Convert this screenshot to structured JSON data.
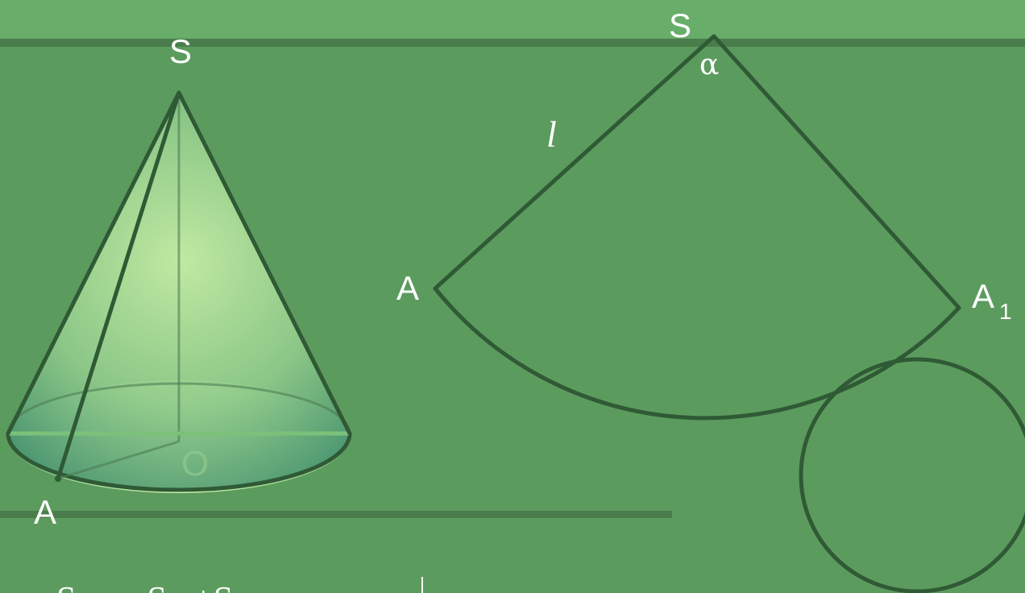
{
  "colors": {
    "background": "#5c9b5e",
    "top_band": "#68ad6a",
    "stripe": "#4a7d4c",
    "outline": "#2f5a35",
    "fill_light": "#c8f0a8",
    "fill_dark": "#3d8c6a"
  },
  "cone": {
    "apex_label": "S",
    "base_point_label": "A",
    "center_label": "O"
  },
  "sector": {
    "apex_label": "S",
    "angle_label": "α",
    "slant_label": "l",
    "left_point_label": "A",
    "right_point_label": "A",
    "right_point_subscript": "1"
  },
  "formula": {
    "text": "S        S   +S"
  }
}
